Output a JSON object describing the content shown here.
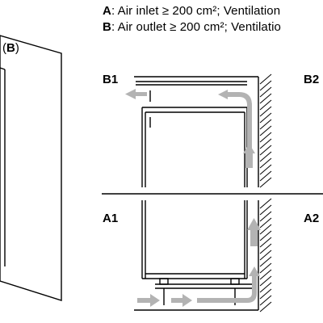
{
  "legend": {
    "a_key": "A",
    "a_text": ": Air inlet ≥ 200 cm²; Ventilation",
    "b_key": "B",
    "b_text": ": Air outlet ≥ 200 cm²; Ventilatio"
  },
  "labels": {
    "vent_open": "(",
    "vent_key": "B",
    "vent_close": ")",
    "b1": "B1",
    "b2": "B2",
    "a1": "A1",
    "a2": "A2"
  },
  "colors": {
    "line": "#000000",
    "arrow": "#b3b3b3",
    "hatch": "#000000"
  }
}
